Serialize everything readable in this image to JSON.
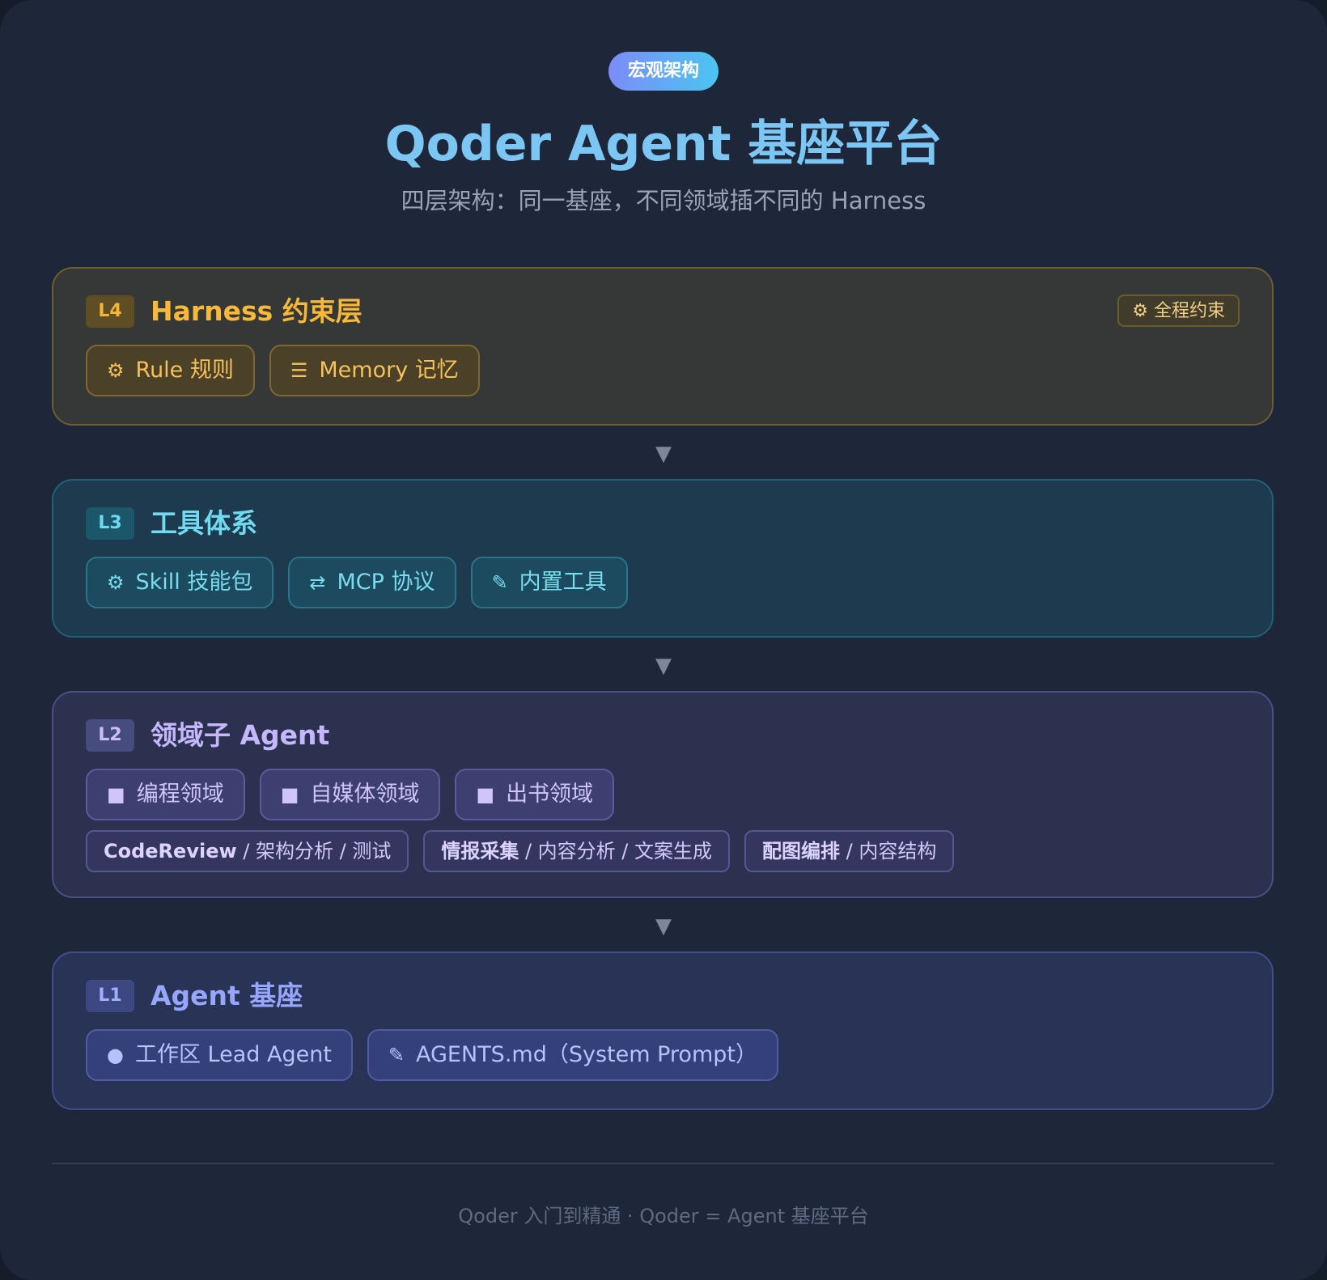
{
  "header": {
    "badge": "宏观架构",
    "title": "Qoder Agent 基座平台",
    "subtitle": "四层架构：同一基座，不同领域插不同的 Harness"
  },
  "layers": [
    {
      "level": "L4",
      "name": "Harness 约束层",
      "tag": "⚙ 全程约束",
      "color": "#f8b93a",
      "items": [
        {
          "icon": "gear-icon",
          "glyph": "⚙",
          "label": "Rule 规则"
        },
        {
          "icon": "list-icon",
          "glyph": "☰",
          "label": "Memory 记忆"
        }
      ]
    },
    {
      "level": "L3",
      "name": "工具体系",
      "color": "#6fdaf0",
      "items": [
        {
          "icon": "gear-icon",
          "glyph": "⚙",
          "label": "Skill 技能包"
        },
        {
          "icon": "exchange-icon",
          "glyph": "⇄",
          "label": "MCP 协议"
        },
        {
          "icon": "pencil-icon",
          "glyph": "✎",
          "label": "内置工具"
        }
      ]
    },
    {
      "level": "L2",
      "name": "领域子 Agent",
      "color": "#c5b7fb",
      "items": [
        {
          "icon": "square-icon",
          "glyph": "■",
          "label": "编程领域"
        },
        {
          "icon": "square-icon",
          "glyph": "■",
          "label": "自媒体领域"
        },
        {
          "icon": "square-icon",
          "glyph": "■",
          "label": "出书领域"
        }
      ],
      "subitems": [
        {
          "bold": "CodeReview",
          "rest": " / 架构分析 / 测试"
        },
        {
          "bold": "情报采集",
          "rest": " / 内容分析 / 文案生成"
        },
        {
          "bold": "配图编排",
          "rest": " / 内容结构"
        }
      ]
    },
    {
      "level": "L1",
      "name": "Agent 基座",
      "color": "#95a6fb",
      "items": [
        {
          "icon": "dot-icon",
          "glyph": "●",
          "label": "工作区 Lead Agent"
        },
        {
          "icon": "pencil-icon",
          "glyph": "✎",
          "label": "AGENTS.md（System Prompt）"
        }
      ]
    }
  ],
  "arrow_glyph": "▼",
  "footer": "Qoder 入门到精通 · Qoder = Agent 基座平台"
}
